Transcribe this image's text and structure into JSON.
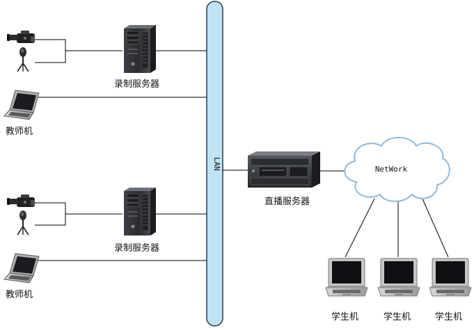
{
  "labels": {
    "recording_server": "录制服务器",
    "teacher_pc": "教师机",
    "lan": "LAN",
    "live_server": "直播服务器",
    "network": "NetWork",
    "student_pc": "学生机"
  },
  "colors": {
    "lan_bus_fill": "#bfe4f5",
    "lan_bus_stroke": "#2a3a4a",
    "cloud_fill": "#ffffff",
    "cloud_stroke": "#8fb8d8",
    "line": "#000000"
  },
  "icons": [
    "video-camera-icon",
    "microphone-stand-icon",
    "tower-server-icon",
    "laptop-icon",
    "rack-server-icon",
    "cloud-icon"
  ]
}
